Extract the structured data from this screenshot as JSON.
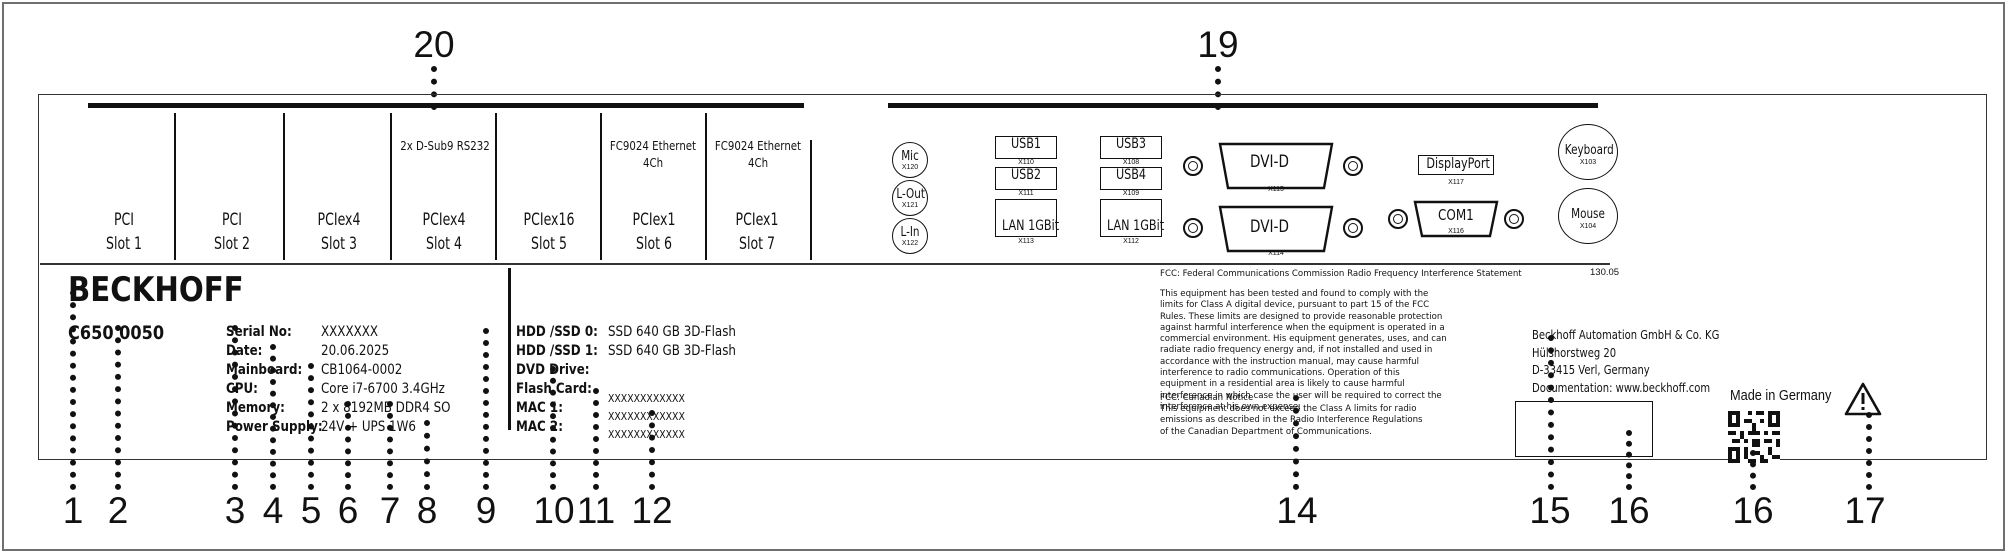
{
  "callouts": {
    "top": [
      "20",
      "19"
    ],
    "bottom": [
      "1",
      "2",
      "3",
      "4",
      "5",
      "6",
      "7",
      "8",
      "9",
      "10",
      "11",
      "12",
      "14",
      "15",
      "16",
      "16",
      "17"
    ]
  },
  "slots": [
    {
      "header": "",
      "line1": "PCI",
      "line2": "Slot 1"
    },
    {
      "header": "",
      "line1": "PCI",
      "line2": "Slot 2"
    },
    {
      "header": "",
      "line1": "PCIex4",
      "line2": "Slot 3"
    },
    {
      "header": "2x D-Sub9 RS232",
      "line1": "PCIex4",
      "line2": "Slot 4"
    },
    {
      "header": "",
      "line1": "PCIex16",
      "line2": "Slot 5"
    },
    {
      "header": "FC9024 Ethernet\n4Ch",
      "line1": "PCIex1",
      "line2": "Slot 6"
    },
    {
      "header": "FC9024 Ethernet\n4Ch",
      "line1": "PCIex1",
      "line2": "Slot 7"
    }
  ],
  "audio": [
    {
      "label": "Mic",
      "code": "X120"
    },
    {
      "label": "L-Out",
      "code": "X121"
    },
    {
      "label": "L-In",
      "code": "X122"
    }
  ],
  "usb_left": [
    {
      "label": "USB1",
      "code": "X110"
    },
    {
      "label": "USB2",
      "code": "X111"
    },
    {
      "label": "LAN\n1GBit",
      "code": "X113"
    }
  ],
  "usb_right": [
    {
      "label": "USB3",
      "code": "X108"
    },
    {
      "label": "USB4",
      "code": "X109"
    },
    {
      "label": "LAN\n1GBit",
      "code": "X112"
    }
  ],
  "dvi": [
    {
      "label": "DVI-D",
      "code": "X115"
    },
    {
      "label": "DVI-D",
      "code": "X114"
    }
  ],
  "displayport": {
    "label": "DisplayPort",
    "code": "X117"
  },
  "com": {
    "label": "COM1",
    "code": "X116"
  },
  "keyboard": {
    "label": "Keyboard",
    "code": "X103"
  },
  "mouse": {
    "label": "Mouse",
    "code": "X104"
  },
  "version": "130.05",
  "brand": "BECKHOFF",
  "model_number": "C650 0050",
  "type_plate_left": [
    {
      "label": "Serial No:",
      "value": "XXXXXXX"
    },
    {
      "label": "Date:",
      "value": "20.06.2025"
    },
    {
      "label": "Mainboard:",
      "value": "CB1064-0002"
    },
    {
      "label": "CPU:",
      "value": "Core i7-6700 3.4GHz"
    },
    {
      "label": "Memory:",
      "value": "2 x 8192MB DDR4 SO"
    },
    {
      "label": "Power Supply:",
      "value": "24V + UPS 1W6"
    }
  ],
  "type_plate_right": [
    {
      "label": "HDD /SSD 0:",
      "value": "SSD 640 GB 3D-Flash"
    },
    {
      "label": "HDD /SSD 1:",
      "value": "SSD 640 GB 3D-Flash"
    },
    {
      "label": "DVD Drive:",
      "value": ""
    },
    {
      "label": "Flash Card:",
      "value": "XXXXXXXXXXXX"
    },
    {
      "label": "MAC 1:",
      "value": "XXXXXXXXXXXX"
    },
    {
      "label": "MAC 2:",
      "value": "XXXXXXXXXXXX"
    }
  ],
  "fcc": {
    "title": "FCC: Federal Communications Commission Radio Frequency Interference Statement",
    "body": "This equipment has been tested and found to comply with the limits for Class A digital device, pursuant to part 15 of the FCC Rules. These limits are designed to provide reasonable protection against harmful interference when the equipment is operated in a commercial environment. His equipment generates, uses, and can radiate radio frequency energy and, if not installed and used in accordance with the instruction manual, may cause harmful interference to radio communications. Operation of this equipment in a residential area is likely to cause harmful interference in which case the user will be required to correct the interference at his own expense.",
    "canada_title": "FCC: Canadian Notice",
    "canada_body": "This equipment does not exceed the Class A limits for radio emissions as described in the Radio Interference Regulations of the Canadian Department of Communications."
  },
  "address": [
    "Beckhoff Automation GmbH & Co. KG",
    "Hülshorstweg 20",
    "D-33415 Verl, Germany",
    "Documentation: www.beckhoff.com"
  ],
  "made_in": "Made in Germany",
  "colors": {
    "ink": "#111111",
    "frame": "#6f6f6f"
  }
}
